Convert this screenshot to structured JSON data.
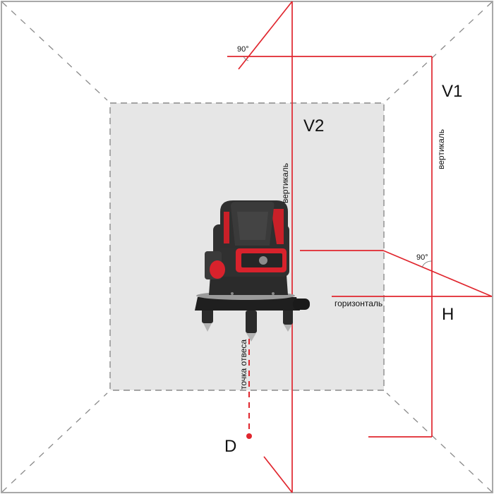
{
  "diagram": {
    "title": "Laser level projection scheme",
    "colors": {
      "laser": "#e0262e",
      "dash": "#8a8a8a",
      "back_wall": "#e6e6e6",
      "frame": "#a8a8a8",
      "device_body": "#2a2a2a",
      "device_accent": "#d8222c"
    },
    "labels": {
      "v1": "V1",
      "v2": "V2",
      "h": "H",
      "d": "D",
      "vertical_1": "вертикаль",
      "vertical_2": "вертикаль",
      "horizontal": "горизонталь",
      "plumb_point": "точка отвеса",
      "angle_top": "90°",
      "angle_right": "90°"
    },
    "device": {
      "name": "cross-line laser level",
      "icon": "laser-level-device"
    }
  }
}
